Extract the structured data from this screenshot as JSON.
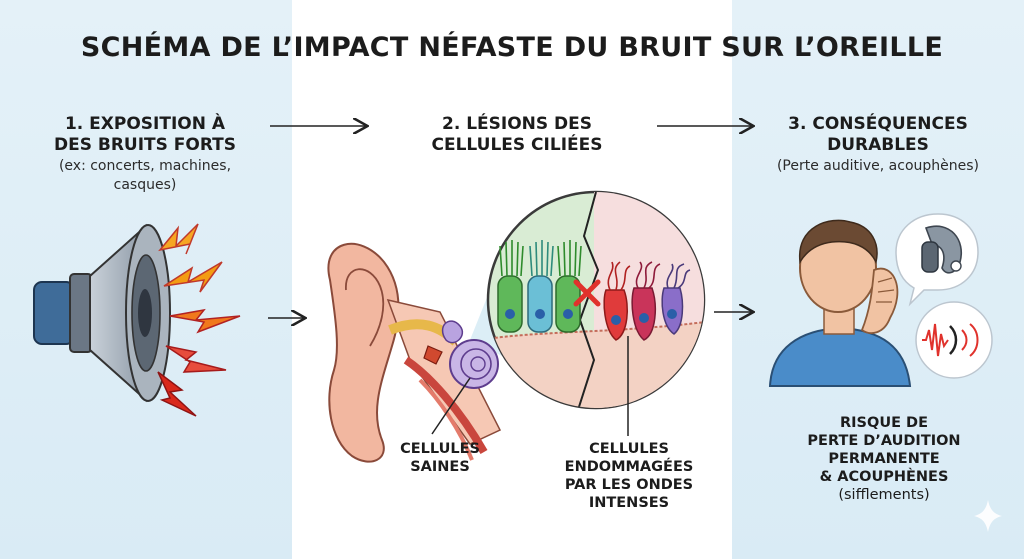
{
  "title": "SCHÉMA DE L’IMPACT NÉFASTE DU BRUIT SUR L’OREILLE",
  "steps": [
    {
      "heading_line1": "1. EXPOSITION À",
      "heading_line2": "DES BRUITS FORTS",
      "sub_line1": "(ex: concerts, machines,",
      "sub_line2": "casques)"
    },
    {
      "heading_line1": "2. LÉSIONS DES",
      "heading_line2": "CELLULES CILIÉES"
    },
    {
      "heading_line1": "3. CONSÉQUENCES",
      "heading_line2": "DURABLES",
      "sub_line1": "(Perte auditive, acouphènes)"
    }
  ],
  "labels": {
    "healthy_line1": "CELLULES",
    "healthy_line2": "SAINES",
    "damaged_line1": "CELLULES",
    "damaged_line2": "ENDOMMAGÉES",
    "damaged_line3": "PAR LES ONDES",
    "damaged_line4": "INTENSES",
    "risk_line1": "RISQUE DE",
    "risk_line2": "PERTE D’AUDITION",
    "risk_line3": "PERMANENTE",
    "risk_line4": "& ACOUPHÈNES",
    "risk_line5": "(sifflements)"
  },
  "colors": {
    "panel_bg": "#dcedf6",
    "speaker": "#8f9aa6",
    "lightning": "#f08a1c",
    "lightning_dark": "#d9291c",
    "ear": "#f2b7a0",
    "healthy_cell": "#5fb85a",
    "damaged_cell": "#e03b3b",
    "shirt": "#4a8cc9"
  },
  "icons": [
    "speaker-icon",
    "lightning-icon",
    "ear-icon",
    "cochlea-icon",
    "hair-cell-icon",
    "cross-icon",
    "person-icon",
    "hearing-aid-icon",
    "tinnitus-wave-icon",
    "arrow-right-icon",
    "sparkle-icon"
  ]
}
